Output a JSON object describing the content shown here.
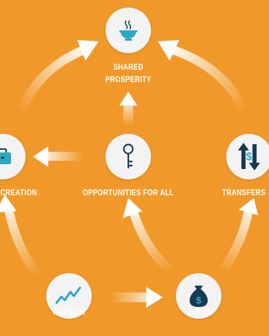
{
  "colors": {
    "background": "#F0992A",
    "node_fill": "#F3F3F3",
    "icon_teal": "#2AA8C0",
    "icon_navy": "#173A55",
    "arrow": "#FFFFFF",
    "label": "#FFFFFF"
  },
  "nodes": {
    "shared_prosperity": {
      "line1": "SHARED",
      "line2": "PROSPERITY",
      "icon": "bowl-icon"
    },
    "opportunities": {
      "label": "OPPORTUNITIES FOR ALL",
      "icon": "key-icon"
    },
    "job_creation": {
      "label": "JOB CREATION",
      "icon": "briefcase-icon"
    },
    "transfers": {
      "label": "TRANSFERS",
      "icon": "transfer-arrows-icon"
    },
    "growth": {
      "label": "GROWTH",
      "icon": "growth-line-icon"
    },
    "taxes": {
      "label": "TAXES",
      "icon": "money-bag-icon"
    }
  }
}
